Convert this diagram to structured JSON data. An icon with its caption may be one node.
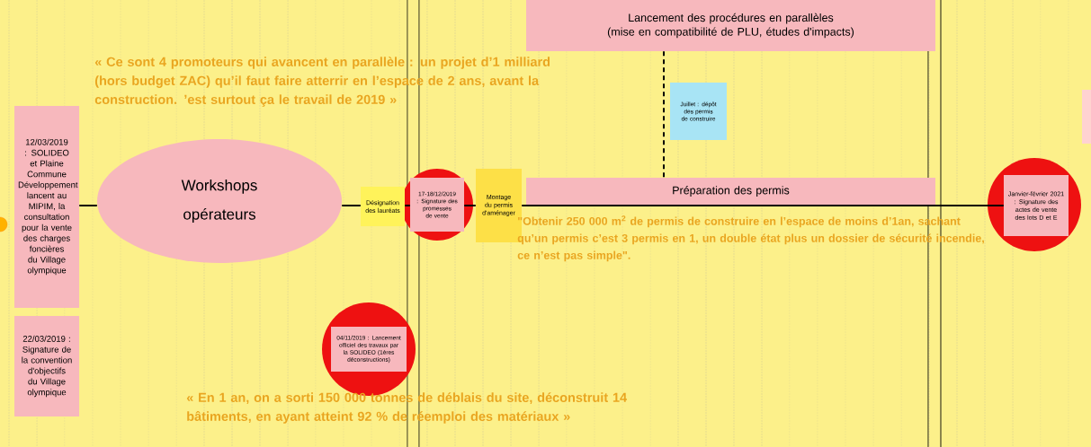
{
  "diagram": {
    "nodes": [
      {
        "text": [
          "12/03/2019 : SOLIDEO et Plaine Commune Développement lancent au MIPIM, la consultation pour la vente des charges foncières du Village olympique"
        ]
      },
      {
        "text": [
          "22/03/2019 : Signature de la convention d'objectifs du Village olympique"
        ]
      },
      {
        "text": [
          "Workshops opérateurs"
        ]
      },
      {
        "text": [
          "Désignation des lauréats"
        ]
      },
      {
        "text": [
          "17-18/12/2019 : Signature des promesses de vente"
        ]
      },
      {
        "text": [
          "Montage du permis d'aménager"
        ]
      },
      {
        "text": [
          "Lancement des procédures en parallèles",
          "(mise en compatibilité de PLU, études d'impacts)"
        ]
      },
      {
        "text": [
          "Juillet : dépôt des permis de construire"
        ]
      },
      {
        "text": [
          "Préparation des permis"
        ]
      },
      {
        "text": [
          "Janvier-février 2021 : Signature des actes de vente des lots D et E"
        ]
      },
      {
        "text": [
          "04/11/2019 : Lancement officiel des travaux par la SOLIDEO (1ères déconstructions)"
        ]
      }
    ],
    "edges": [
      {
        "from": 0,
        "to": 2,
        "arrow": "none"
      },
      {
        "from": 2,
        "to": 3,
        "arrow": "none"
      },
      {
        "from": 3,
        "to": 4,
        "arrow": "none"
      },
      {
        "from": 4,
        "to": 5,
        "arrow": "none"
      },
      {
        "from": 5,
        "to": 9,
        "arrow": "none"
      },
      {
        "from": 6,
        "to": 8,
        "arrow": "none",
        "style": "dashed"
      }
    ],
    "labels": [
      "« Ce sont 4 promoteurs qui avancent en parallèle : un projet d’1 milliard (hors budget ZAC) qu’il faut faire atterrir en l’espace de 2 ans, avant la construction. ’est surtout ça le travail de 2019 »",
      "\"Obtenir 250 000 m$^{2}$ de permis de construire en l’espace de moins d’1an, sachant qu’un permis c’est 3 permis en 1, un double état plus un dossier de sécurité incendie, ce n’est pas simple\".",
      "« En 1 an, on a sorti 150 000 tonnes de déblais du site, déconstruit 14 bâtiments, en ayant atteint 92 % de réemploi des matériaux »"
    ]
  }
}
